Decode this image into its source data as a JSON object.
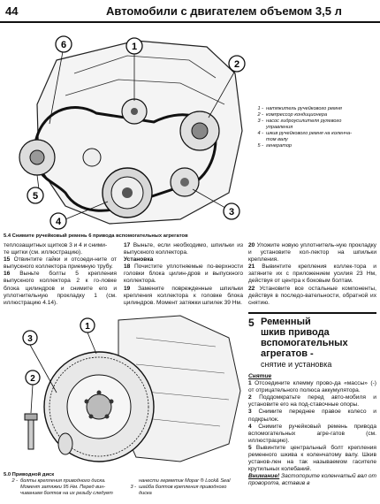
{
  "header": {
    "page_number": "44",
    "title": "Автомобили с двигателем объемом 3,5 л"
  },
  "figure_top": {
    "callouts": [
      "1",
      "2",
      "3",
      "4",
      "5",
      "6"
    ],
    "legend": [
      {
        "n": "1 -",
        "text": "натяжитель ручейкового ремня"
      },
      {
        "n": "2 -",
        "text": "компрессор кондиционера"
      },
      {
        "n": "3 -",
        "text": "насос гидроусилителя рулевого"
      },
      {
        "n": "",
        "text": "управления"
      },
      {
        "n": "4 -",
        "text": "шкив ручейкового ремня на коленча-"
      },
      {
        "n": "",
        "text": "том валу"
      },
      {
        "n": "5 -",
        "text": "генератор"
      }
    ],
    "caption": "5.4 Снимите ручейковый ремень 6 привода вспомогательных агрегатов"
  },
  "col1": {
    "lines": [
      "теплозащитных щитков 3 и 4 и сними-",
      "те щитки (см. иллюстрацию)."
    ],
    "p15_num": "15",
    "p15": "Отвинтите гайки и отсоеди-ните от выпускного коллектора приемную трубу.",
    "p16_num": "16",
    "p16": "Выньте болты 5 крепления выпускного коллектора 2 к го-ловке блока цилиндров и снимите его и уплотнительную прокладку 1 (см. иллюстрацию 4.14)."
  },
  "col2": {
    "p17_num": "17",
    "p17": "Выньте, если необходимо, шпильки из выпускного коллектора.",
    "install_title": "Установка",
    "p18_num": "18",
    "p18": "Почистите уплотняемые по-верхности головки блока цилин-дров и выпускного коллектора.",
    "p19_num": "19",
    "p19": "Замените поврежденные шпильки крепления коллектора к головке блока цилиндров. Момент затяжки шпилек 39 Нм."
  },
  "col3": {
    "p20_num": "20",
    "p20": "Уложите новую уплотнитель-ную прокладку и установите кол-лектор на шпильки крепления.",
    "p21_num": "21",
    "p21": "Вывинтите крепления коллек-тора и затяните их с приложением усилия 23 Нм, действуя от центра к боковым болтам.",
    "p22_num": "22",
    "p22": "Установите все остальные компоненты, действуя в последо-вательности, обратной их снятию."
  },
  "section": {
    "number": "5",
    "title_lines": [
      "Ременный",
      "шкив привода",
      "вспомогательных",
      "агрегатов -"
    ],
    "subtitle": "снятие и установка",
    "removal_title": "Снятие",
    "p1_num": "1",
    "p1": "Отсоедините клемму прово-да «массы» (-) от отрицательного полюса аккумулятора.",
    "p2_num": "2",
    "p2": "Поддомкратьте перед авто-мобиля и установите его на под-ставочные опоры.",
    "p3_num": "3",
    "p3": "Снимите переднее правое колесо и подкрылок.",
    "p4_num": "4",
    "p4": "Снимите ручейковый ремень привода вспомогательных агре-гатов (см. иллюстрацию).",
    "p5_num": "5",
    "p5": "Вывинтите центральный болт крепления ременного шкива к коленчатому валу. Шкив установ-лен на так называемом гасителе крутильных колебаний.",
    "warn_label": "Внимание!",
    "warn": "Застопорите коленчатый вал от проворота, вставив в"
  },
  "figure_bottom": {
    "callouts": [
      "1",
      "2",
      "3"
    ],
    "caption": "5.0 Приводной диск",
    "legend_left": [
      {
        "n": "2 -",
        "text": "болты крепления приводного диска."
      },
      {
        "n": "",
        "text": "Момент затяжки 95 Нм. Перед вин-"
      },
      {
        "n": "",
        "text": "чиванием болтов на их резьбу следует"
      }
    ],
    "legend_right": [
      {
        "n": "",
        "text": "нанести герметик Mopar ® Lock& Seal"
      },
      {
        "n": "3 -",
        "text": "шайба болтов крепления приводного"
      },
      {
        "n": "",
        "text": "диска"
      }
    ]
  }
}
